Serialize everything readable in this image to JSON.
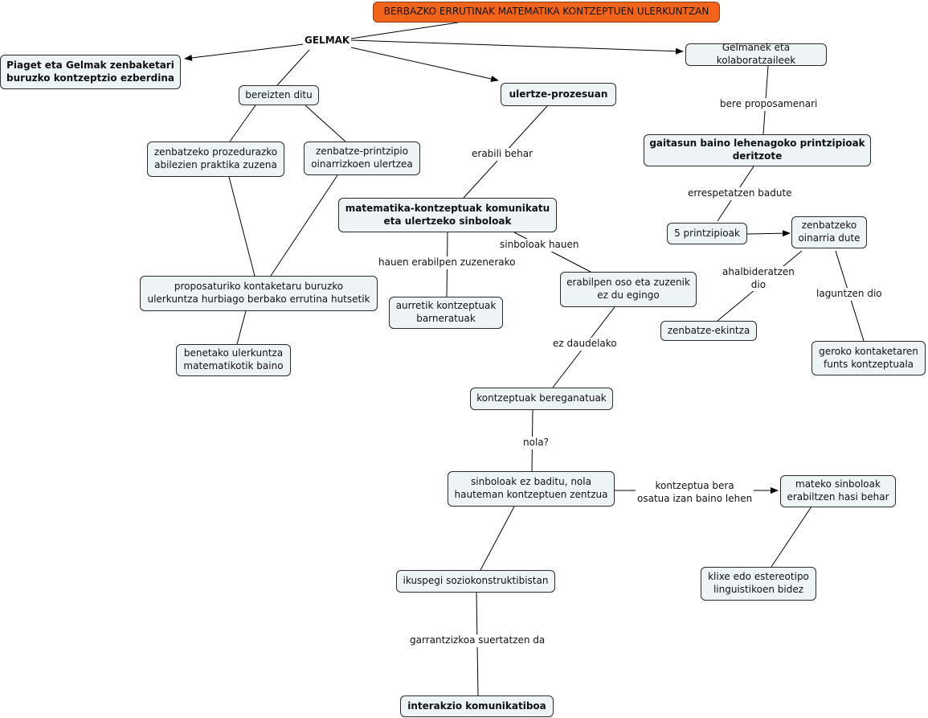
{
  "title": "BERBAZKO ERRUTINAK MATEMATIKA KONTZEPTUEN ULERKUNTZAN",
  "nodes": {
    "gelmak": "GELMAK",
    "piaget": "Piaget eta Gelmak zenbaketari\nburuzko kontzeptzio ezberdina",
    "bereizten": "bereizten ditu",
    "prozedurazko": "zenbatzeko prozedurazko\nabilezien praktika zuzena",
    "printzipio_oinarrizko": "zenbatze-printzipio\noinarrizkoen ulertzea",
    "proposaturiko": "proposaturiko kontaketaru buruzko\nulerkuntza hurbiago berbako errutina hutsetik",
    "benetako": "benetako ulerkuntza\nmatematikotik baino",
    "ulertze_prozesuan": "ulertze-prozesuan",
    "sinboloak": "matematika-kontzeptuak komunikatu\neta ulertzeko sinboloak",
    "aurretik": "aurretik kontzeptuak\nbarneratuak",
    "erabilpen_oso": "erabilpen oso eta zuzenik\nez du egingo",
    "bereganatuak": "kontzeptuak bereganatuak",
    "sinboloak_ez": "sinboloak ez baditu, nola\nhauteman kontzeptuen zentzua",
    "mateko": "mateko sinboloak\nerabiltzen hasi behar",
    "klixe": "klixe edo estereotipo\nlinguistikoen bidez",
    "ikuspegi": "ikuspegi soziokonstruktibistan",
    "interakzio": "interakzio komunikatiboa",
    "kolaboratzaileek": "Gelmanek eta kolaboratzaileek",
    "gaitasun": "gaitasun baino lehenagoko printzipioak\nderitzote",
    "bost_printzipio": "5 printzipioak",
    "oinarria": "zenbatzeko\noinarria dute",
    "ekintza": "zenbatze-ekintza",
    "geroko": "geroko kontaketaren\nfunts kontzeptuala"
  },
  "link_labels": {
    "erabili_behar": "erabili behar",
    "hauen_erabilpen": "hauen erabilpen zuzenerako",
    "sinboloak_hauen": "sinboloak hauen",
    "ez_daudelako": "ez daudelako",
    "nola": "nola?",
    "kontzeptua_bera": "kontzeptua bera\nosatua izan baino lehen",
    "garrantzizkoa": "garrantzizkoa suertatzen da",
    "bere_proposamenari": "bere proposamenari",
    "errespetatzen": "errespetatzen badute",
    "ahalbideratzen": "ahalbideratzen\ndio",
    "laguntzen": "laguntzen dio"
  },
  "colors": {
    "title_fill": "#f26419",
    "node_fill": "#eef3f5",
    "border": "#2a2a2a"
  }
}
